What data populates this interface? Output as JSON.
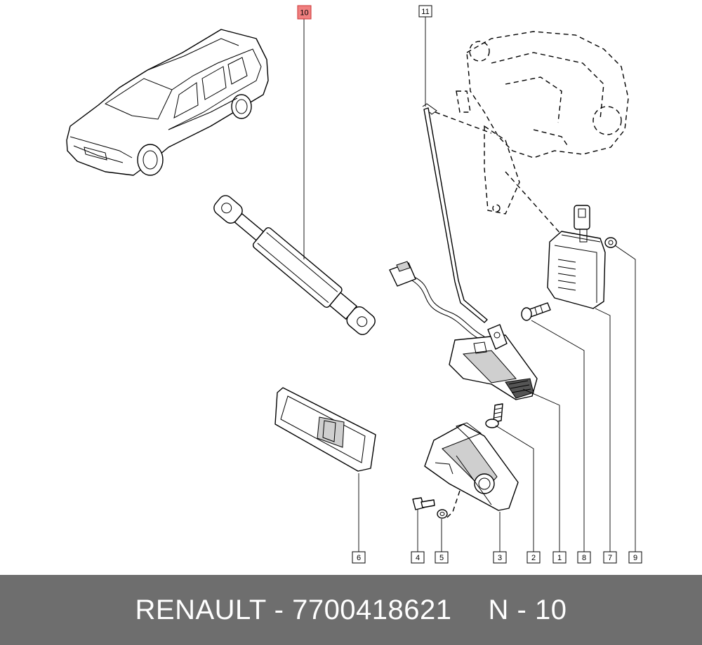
{
  "callouts": {
    "c10": "10",
    "c11": "11",
    "c1": "1",
    "c2": "2",
    "c3": "3",
    "c4": "4",
    "c5": "5",
    "c6": "6",
    "c7": "7",
    "c8": "8",
    "c9": "9"
  },
  "footer": {
    "brand_part": "RENAULT - 7700418621",
    "page_ref": "N - 10"
  },
  "colors": {
    "highlight": "#f08080",
    "footer_bg": "#6e6e6e"
  }
}
